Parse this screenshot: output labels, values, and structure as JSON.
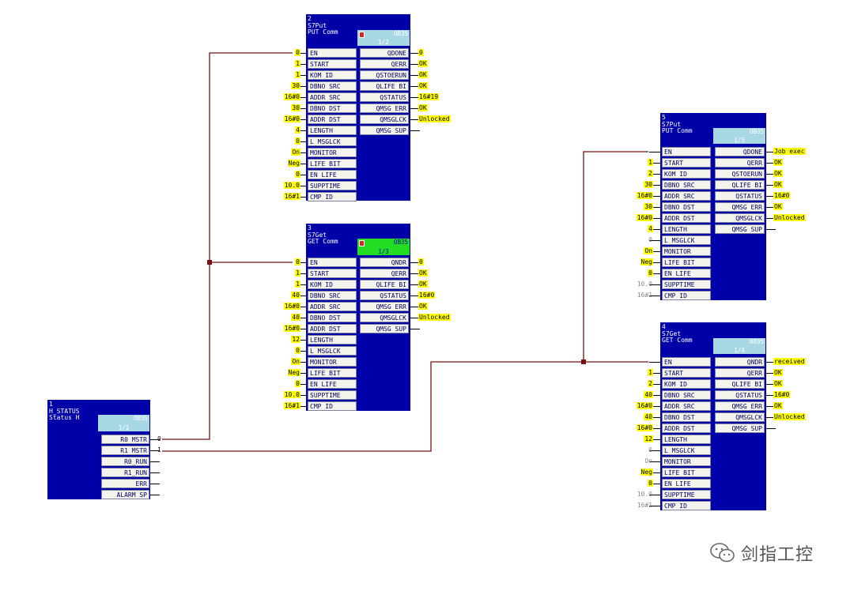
{
  "watermark": "剑指工控",
  "blocks": [
    {
      "id": "b2",
      "number": "2",
      "type": "S7Put",
      "comment": "PUT Comm",
      "badge": "OB35",
      "badge_num": "1/2",
      "badge_state": "blue",
      "flag": true,
      "inputs": [
        {
          "pin": "EN",
          "value": "0"
        },
        {
          "pin": "START",
          "value": "1"
        },
        {
          "pin": "KOM ID",
          "value": "1"
        },
        {
          "pin": "DBNO SRC",
          "value": "30"
        },
        {
          "pin": "ADDR SRC",
          "value": "16#0"
        },
        {
          "pin": "DBNO DST",
          "value": "30"
        },
        {
          "pin": "ADDR DST",
          "value": "16#0"
        },
        {
          "pin": "LENGTH",
          "value": "4"
        },
        {
          "pin": "L MSGLCK",
          "value": "0"
        },
        {
          "pin": "MONITOR",
          "value": "On"
        },
        {
          "pin": "LIFE BIT",
          "value": "Neg"
        },
        {
          "pin": "EN LIFE",
          "value": "0"
        },
        {
          "pin": "SUPPTIME",
          "value": "10.0"
        },
        {
          "pin": "CMP ID",
          "value": "16#1"
        }
      ],
      "outputs": [
        {
          "pin": "QDONE",
          "value": "0"
        },
        {
          "pin": "QERR",
          "value": "OK"
        },
        {
          "pin": "QSTOERUN",
          "value": "OK"
        },
        {
          "pin": "QLIFE BI",
          "value": "OK"
        },
        {
          "pin": "QSTATUS",
          "value": "16#19"
        },
        {
          "pin": "QMSG ERR",
          "value": "OK"
        },
        {
          "pin": "QMSGLCK",
          "value": "Unlocked"
        },
        {
          "pin": "QMSG SUP",
          "value": ""
        }
      ]
    },
    {
      "id": "b3",
      "number": "3",
      "type": "S7Get",
      "comment": "GET Comm",
      "badge": "OB35",
      "badge_num": "1/3",
      "badge_state": "green",
      "flag": true,
      "inputs": [
        {
          "pin": "EN",
          "value": "0"
        },
        {
          "pin": "START",
          "value": "1"
        },
        {
          "pin": "KOM ID",
          "value": "1"
        },
        {
          "pin": "DBNO SRC",
          "value": "40"
        },
        {
          "pin": "ADDR SRC",
          "value": "16#0"
        },
        {
          "pin": "DBNO DST",
          "value": "40"
        },
        {
          "pin": "ADDR DST",
          "value": "16#0"
        },
        {
          "pin": "LENGTH",
          "value": "12"
        },
        {
          "pin": "L MSGLCK",
          "value": "0"
        },
        {
          "pin": "MONITOR",
          "value": "On"
        },
        {
          "pin": "LIFE BIT",
          "value": "Neg"
        },
        {
          "pin": "EN LIFE",
          "value": "0"
        },
        {
          "pin": "SUPPTIME",
          "value": "10.0"
        },
        {
          "pin": "CMP ID",
          "value": "16#1"
        }
      ],
      "outputs": [
        {
          "pin": "QNDR",
          "value": "0"
        },
        {
          "pin": "QERR",
          "value": "OK"
        },
        {
          "pin": "QLIFE BI",
          "value": "OK"
        },
        {
          "pin": "QSTATUS",
          "value": "16#0"
        },
        {
          "pin": "QMSG ERR",
          "value": "OK"
        },
        {
          "pin": "QMSGLCK",
          "value": "Unlocked"
        },
        {
          "pin": "QMSG SUP",
          "value": ""
        }
      ]
    },
    {
      "id": "b5",
      "number": "5",
      "type": "S7Put",
      "comment": "PUT Comm",
      "badge": "OB35",
      "badge_num": "1/5",
      "badge_state": "blue",
      "flag": false,
      "inputs": [
        {
          "pin": "EN",
          "value": ""
        },
        {
          "pin": "START",
          "value": "1"
        },
        {
          "pin": "KOM ID",
          "value": "2"
        },
        {
          "pin": "DBNO SRC",
          "value": "30"
        },
        {
          "pin": "ADDR SRC",
          "value": "16#0"
        },
        {
          "pin": "DBNO DST",
          "value": "30"
        },
        {
          "pin": "ADDR DST",
          "value": "16#0"
        },
        {
          "pin": "LENGTH",
          "value": "4"
        },
        {
          "pin": "L MSGLCK",
          "value": "0"
        },
        {
          "pin": "MONITOR",
          "value": "On"
        },
        {
          "pin": "LIFE BIT",
          "value": "Neg"
        },
        {
          "pin": "EN LIFE",
          "value": "0"
        },
        {
          "pin": "SUPPTIME",
          "value": "10.0"
        },
        {
          "pin": "CMP ID",
          "value": "16#1"
        }
      ],
      "outputs": [
        {
          "pin": "QDONE",
          "value": "Job exec"
        },
        {
          "pin": "QERR",
          "value": "OK"
        },
        {
          "pin": "QSTOERUN",
          "value": "OK"
        },
        {
          "pin": "QLIFE BI",
          "value": "OK"
        },
        {
          "pin": "QSTATUS",
          "value": "16#0"
        },
        {
          "pin": "QMSG ERR",
          "value": "OK"
        },
        {
          "pin": "QMSGLCK",
          "value": "Unlocked"
        },
        {
          "pin": "QMSG SUP",
          "value": ""
        }
      ]
    },
    {
      "id": "b4",
      "number": "4",
      "type": "S7Get",
      "comment": "GET Comm",
      "badge": "OB35",
      "badge_num": "1/4",
      "badge_state": "blue",
      "flag": false,
      "inputs": [
        {
          "pin": "EN",
          "value": ""
        },
        {
          "pin": "START",
          "value": "1"
        },
        {
          "pin": "KOM ID",
          "value": "2"
        },
        {
          "pin": "DBNO SRC",
          "value": "40"
        },
        {
          "pin": "ADDR SRC",
          "value": "16#0"
        },
        {
          "pin": "DBNO DST",
          "value": "40"
        },
        {
          "pin": "ADDR DST",
          "value": "16#0"
        },
        {
          "pin": "LENGTH",
          "value": "12"
        },
        {
          "pin": "L MSGLCK",
          "value": "0"
        },
        {
          "pin": "MONITOR",
          "value": "On"
        },
        {
          "pin": "LIFE BIT",
          "value": "Neg"
        },
        {
          "pin": "EN LIFE",
          "value": "0"
        },
        {
          "pin": "SUPPTIME",
          "value": "10.0"
        },
        {
          "pin": "CMP ID",
          "value": "16#1"
        }
      ],
      "outputs": [
        {
          "pin": "QNDR",
          "value": "received"
        },
        {
          "pin": "QERR",
          "value": "OK"
        },
        {
          "pin": "QLIFE BI",
          "value": "OK"
        },
        {
          "pin": "QSTATUS",
          "value": "16#0"
        },
        {
          "pin": "QMSG ERR",
          "value": "OK"
        },
        {
          "pin": "QMSGLCK",
          "value": "Unlocked"
        },
        {
          "pin": "QMSG SUP",
          "value": ""
        }
      ]
    },
    {
      "id": "b1",
      "number": "1",
      "type": "H_STATUS",
      "comment": "Status H",
      "badge": "OB35",
      "badge_num": "1/1",
      "badge_state": "blue",
      "flag": false,
      "inputs": [],
      "outputs": [
        {
          "pin": "R0 MSTR",
          "value": "0"
        },
        {
          "pin": "R1 MSTR",
          "value": "1"
        },
        {
          "pin": "R0_RUN",
          "value": ""
        },
        {
          "pin": "R1_RUN",
          "value": ""
        },
        {
          "pin": "ERR",
          "value": ""
        },
        {
          "pin": "ALARM SP",
          "value": ""
        }
      ]
    }
  ],
  "colors": {
    "block": "#0000a8",
    "wire": "#7a1010",
    "highlight": "#ffff00",
    "badge": "#a8d8e6",
    "badge_active": "#22dd22"
  }
}
